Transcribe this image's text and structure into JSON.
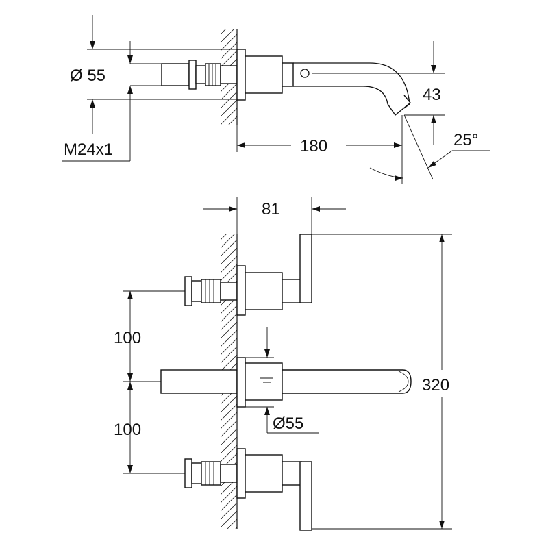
{
  "top_view": {
    "diameter_label": "Ø 55",
    "thread_label": "M24x1",
    "spout_projection": "180",
    "spout_height": "43",
    "spout_angle": "25°"
  },
  "front_view": {
    "wall_offset": "81",
    "handle_spacing_upper": "100",
    "handle_spacing_lower": "100",
    "overall_height": "320",
    "spout_rosette_diameter": "Ø55"
  }
}
